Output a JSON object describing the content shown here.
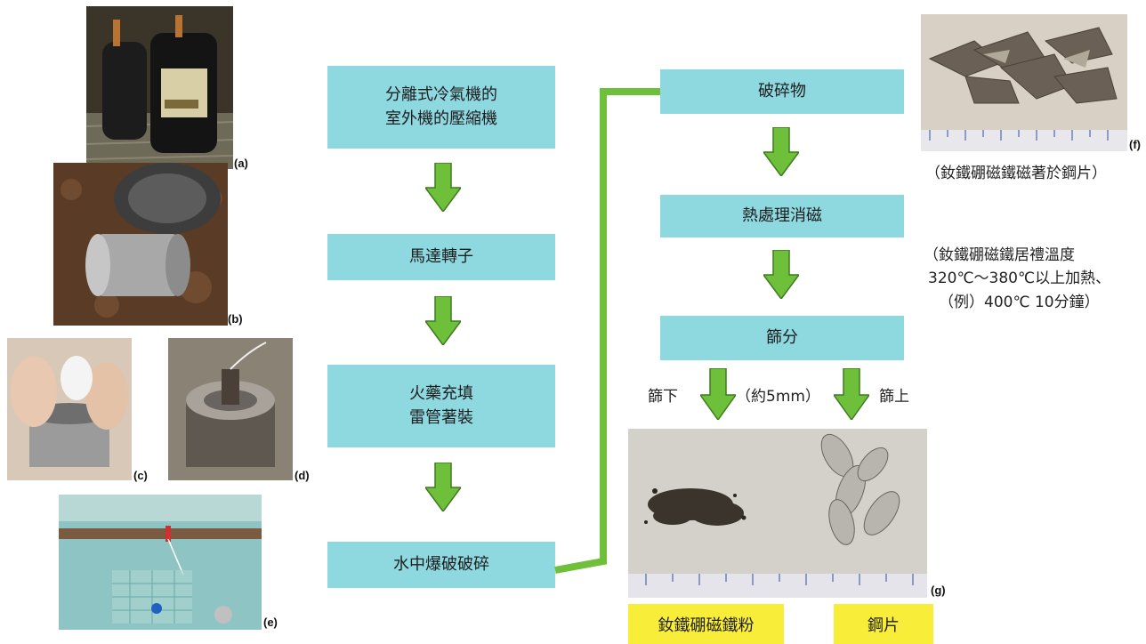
{
  "colors": {
    "process_box": "#8ed8e0",
    "arrow": "#6ec03a",
    "connector": "#6ec03a",
    "result_box": "#f8ee3a"
  },
  "photos": {
    "a": {
      "label": "(a)",
      "subject": "air-conditioner compressors"
    },
    "b": {
      "label": "(b)",
      "subject": "motor rotor"
    },
    "c": {
      "label": "(c)",
      "subject": "explosive packing into rotor"
    },
    "d": {
      "label": "(d)",
      "subject": "rotor with detonator"
    },
    "e": {
      "label": "(e)",
      "subject": "underwater blasting tank"
    },
    "f": {
      "label": "(f)",
      "subject": "crushed fragments on ruler"
    },
    "g": {
      "label": "(g)",
      "subject": "sieved powder and steel pieces on ruler"
    }
  },
  "flow_left": [
    "分離式冷氣機的\n室外機的壓縮機",
    "馬達轉子",
    "火藥充填\n雷管著裝",
    "水中爆破破碎"
  ],
  "flow_right": [
    "破碎物",
    "熱處理消磁",
    "篩分"
  ],
  "captions": {
    "f_caption": "（釹鐵硼磁鐵磁著於鋼片）",
    "heat_note_line1": "（釹鐵硼磁鐵居禮溫度",
    "heat_note_line2": "320℃～380℃以上加熱、",
    "heat_note_line3": "（例）400℃ 10分鐘）",
    "sieve_under": "篩下",
    "sieve_size": "（約5mm）",
    "sieve_over": "篩上"
  },
  "results": {
    "powder": "釹鐵硼磁鐵粉",
    "steel": "鋼片"
  }
}
